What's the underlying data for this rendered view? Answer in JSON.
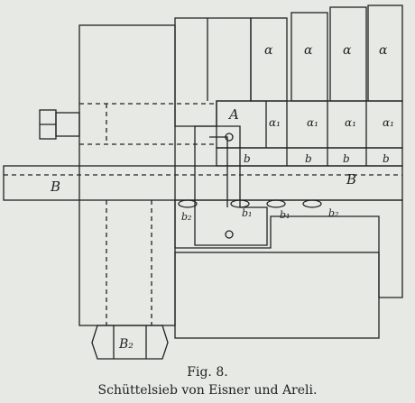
{
  "figure": {
    "number_label": "Fig. 8.",
    "title": "Schüttelsieb von Eisner und Areli."
  },
  "labels": {
    "a_top": [
      "α",
      "α",
      "α",
      "α"
    ],
    "a_sub": [
      "α₁",
      "α₁",
      "α₁",
      "α₁"
    ],
    "b_top": [
      "b",
      "b",
      "b",
      "b"
    ],
    "b_sub": [
      "b₂",
      "b₁",
      "b₁",
      "b₂"
    ],
    "A": "A",
    "B_left": "B",
    "B_right": "B",
    "B2": "B₂"
  },
  "colors": {
    "ink": "#222222",
    "paper": "#e7e9e4"
  }
}
